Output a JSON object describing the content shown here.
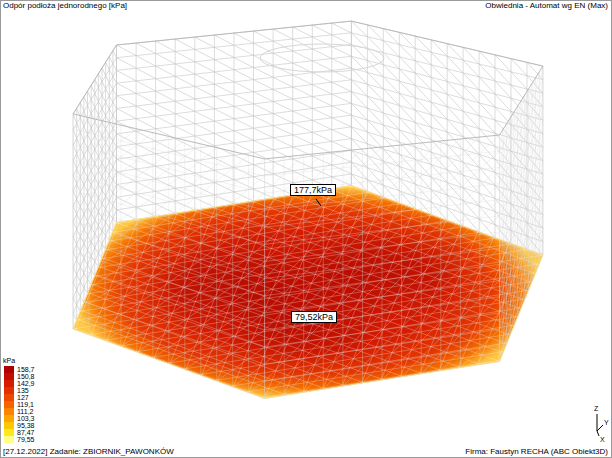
{
  "diagram": {
    "title": "Odpór podłoża jednorodnego [kPa]",
    "nodes": [
      {
        "text": [
          "177,7kPa"
        ]
      },
      {
        "text": [
          "79,52kPa"
        ]
      }
    ],
    "labels": [
      "Obwiednia - Automat wg EN (Max)",
      "kPa",
      "[27.12.2022] Zadanie: ZBIORNIK_PAWONKÓW",
      "Firma: Faustyn RECHA (ABC Obiekt3D)",
      "Z",
      "Y",
      "X"
    ],
    "legend": [
      {
        "text": "158,7",
        "color": "#b00000"
      },
      {
        "text": "150,8",
        "color": "#c40c00"
      },
      {
        "text": "142,9",
        "color": "#d41c00"
      },
      {
        "text": "135",
        "color": "#e43000"
      },
      {
        "text": "127",
        "color": "#ee4800"
      },
      {
        "text": "119,1",
        "color": "#f66400"
      },
      {
        "text": "111,2",
        "color": "#fa8400"
      },
      {
        "text": "103,3",
        "color": "#fca400"
      },
      {
        "text": "95,38",
        "color": "#fec800"
      },
      {
        "text": "87,47",
        "color": "#ffe820"
      },
      {
        "text": "79,55",
        "color": "#ffff88"
      }
    ]
  }
}
